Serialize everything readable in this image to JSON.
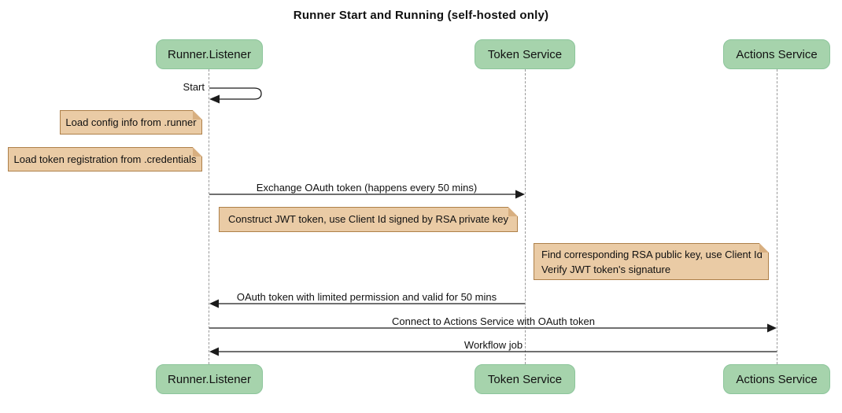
{
  "title": "Runner Start and Running (self-hosted only)",
  "participants": [
    {
      "name": "Runner.Listener"
    },
    {
      "name": "Token Service"
    },
    {
      "name": "Actions Service"
    }
  ],
  "messages": [
    {
      "label": "Start",
      "from": "Runner.Listener",
      "to": "Runner.Listener",
      "type": "self"
    },
    {
      "label": "Exchange OAuth token (happens every 50 mins)",
      "from": "Runner.Listener",
      "to": "Token Service",
      "type": "solid"
    },
    {
      "label": "OAuth token with limited permission and valid for 50 mins",
      "from": "Token Service",
      "to": "Runner.Listener",
      "type": "solid"
    },
    {
      "label": "Connect to Actions Service with OAuth token",
      "from": "Runner.Listener",
      "to": "Actions Service",
      "type": "solid"
    },
    {
      "label": "Workflow job",
      "from": "Actions Service",
      "to": "Runner.Listener",
      "type": "solid"
    }
  ],
  "notes": [
    {
      "line1": "Load config info from .runner",
      "position": "left of Runner.Listener"
    },
    {
      "line1": "Load token registration from .credentials",
      "position": "left of Runner.Listener"
    },
    {
      "line1": "Construct JWT token, use Client Id signed by RSA private key",
      "position": "between Runner.Listener and Token Service"
    },
    {
      "line1": "Find corresponding RSA public key, use Client Id",
      "line2": "Verify JWT token's signature",
      "position": "between Token Service and Actions Service"
    }
  ],
  "colors": {
    "participant_fill": "#A6D3AC",
    "participant_border": "#8CC59B",
    "note_fill": "#EACBA5",
    "note_border": "#AE8049",
    "lifeline": "#999999",
    "message_line": "#1B1B1B"
  }
}
